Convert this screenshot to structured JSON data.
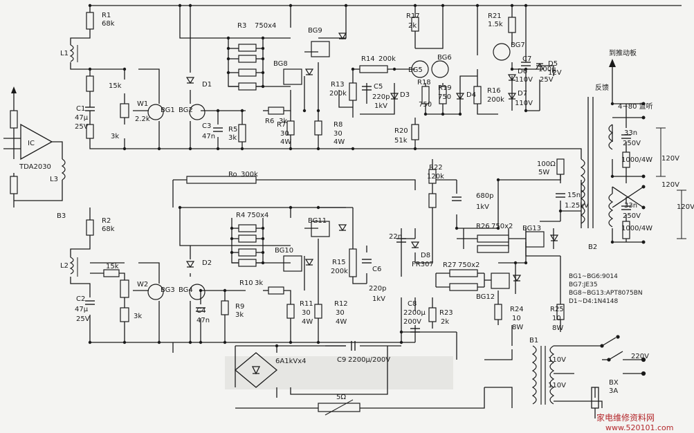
{
  "title_band": "",
  "labels": {
    "R1": "R1",
    "R1v": "68k",
    "L1": "L1",
    "L2": "L2",
    "L3": "L3",
    "C1": "C1",
    "C1v": "47μ",
    "C1u": "25V",
    "C2": "C2",
    "C2v": "47μ",
    "C2u": "25V",
    "r15k_a": "15k",
    "r3k_a": "3k",
    "W1": "W1",
    "W1v": "2.2k",
    "BG1": "BG1",
    "r15k_b": "15k",
    "r3k_b": "3k",
    "W2": "W2",
    "BG3": "BG3",
    "IC": "IC",
    "TDA": "TDA2030",
    "B3": "B3",
    "R2": "R2",
    "R2v": "68k",
    "D1": "D1",
    "D2": "D2",
    "BG2": "BG2",
    "BG4": "BG4",
    "C3": "C3",
    "C3v": "47n",
    "C4": "C4",
    "C4v": "47n",
    "R5": "R5",
    "R5v": "3k",
    "R9": "R9",
    "R9v": "3k",
    "R3": "R3",
    "R3v": "750x4",
    "R4": "R4",
    "R4v": "750x4",
    "BG8": "BG8",
    "BG9": "BG9",
    "BG10": "BG10",
    "BG11": "BG11",
    "R6": "R6",
    "R6v": "3k",
    "R10": "R10",
    "R10v": "3k",
    "R7": "R7",
    "R7a": "30",
    "R7b": "4W",
    "R8": "R8",
    "R8a": "30",
    "R8b": "4W",
    "R11": "R11",
    "R11a": "30",
    "R11b": "4W",
    "R12": "R12",
    "R12a": "30",
    "R12b": "4W",
    "R13": "R13",
    "R13v": "200k",
    "R14": "R14",
    "R14v": "200k",
    "R15": "R15",
    "R15v": "200k",
    "C5": "C5",
    "C5v": "220p",
    "C5u": "1kV",
    "C6": "C6",
    "C6v": "220p",
    "C6u": "1kV",
    "D3": "D3",
    "D4": "D4",
    "R17": "R17",
    "R17v": "2k",
    "R18": "R18",
    "R18v": "750",
    "R19": "R19",
    "R19v": "750",
    "BG5": "BG5",
    "BG6": "BG6",
    "BG7": "BG7",
    "R16": "R16",
    "R16v": "200k",
    "R21": "R21",
    "R21v": "1.5k",
    "C7": "C7",
    "C7v": "100μ",
    "C7u": "25V",
    "D5": "D5",
    "D5v": "12V",
    "D6": "D6",
    "D6v": "110V",
    "D7": "D7",
    "D7v": "110V",
    "R20": "R20",
    "R20v": "51k",
    "Ro": "Ro",
    "Rov": "300k",
    "R22": "R22",
    "R22v": "120k",
    "c680": "680p",
    "c680u": "1kV",
    "r100": "100Ω",
    "r100u": "5W",
    "c15n": "15n",
    "c15nu": "1.25kV",
    "c22n": "22n",
    "D8": "D8",
    "FR307": "FR307",
    "R26": "R26",
    "R26v": "750x2",
    "R27": "R27",
    "R27v": "750x2",
    "BG12": "BG12",
    "BG13": "BG13",
    "R24": "R24",
    "R24a": "10",
    "R24b": "8W",
    "R25": "R25",
    "R25a": "10",
    "R25b": "8W",
    "C8": "C8",
    "C8v": "2200μ",
    "C8u": "200V",
    "R23": "R23",
    "R23v": "2k",
    "C9": "C9",
    "C9v": "2200μ/200V",
    "bridge": "6A1kVx4",
    "therm": "5Ω",
    "B1": "B1",
    "t110a": "110V",
    "t110b": "110V",
    "v220": "220V",
    "BX": "BX",
    "BXv": "3A",
    "to_driver": "到推动板",
    "feedback": "反馈",
    "monitor": "4~80 监听",
    "c33n_a": "33n",
    "c33n_au": "250V",
    "r1000_a": "1000/4W",
    "c33n_b": "33n",
    "c33n_bu": "250V",
    "r1000_b": "1000/4W",
    "v120a": "120V",
    "v120b": "120V",
    "v120c": "120V",
    "B2": "B2",
    "legend1": "BG1~BG6:9014",
    "legend2": "BG7:JE35",
    "legend3": "BG8~BG13:APT8075BN",
    "legend4": "D1~D4:1N4148",
    "watermark_cn": "家电维修资料网",
    "watermark_url": "www.520101.com"
  },
  "colors": {
    "ink": "#1a1a1a",
    "paper": "#f4f4f2",
    "watermark": "#b3262a",
    "ghost": "#c9c9c9"
  }
}
